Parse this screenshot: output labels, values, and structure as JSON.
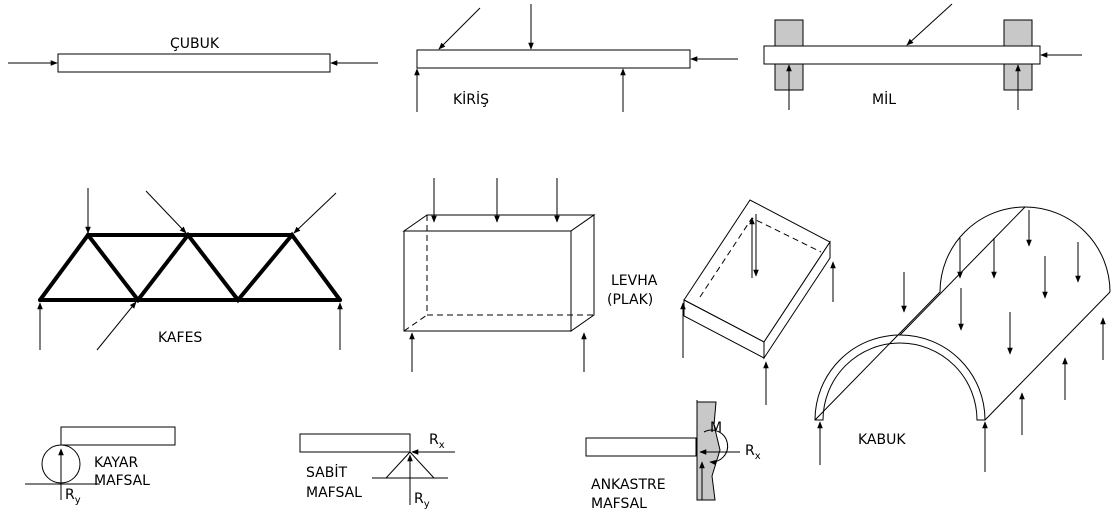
{
  "labels": {
    "cubuk": "ÇUBUK",
    "kiris": "KİRİŞ",
    "mil": "MİL",
    "kafes": "KAFES",
    "levha1": "LEVHA",
    "levha2": "(PLAK)",
    "kabuk": "KABUK",
    "kayar1": "KAYAR",
    "kayar2": "MAFSAL",
    "sabit1": "SABİT",
    "sabit2": "MAFSAL",
    "ankastre1": "ANKASTRE",
    "ankastre2": "MAFSAL",
    "r": "R",
    "m": "M",
    "sub_x": "x",
    "sub_y": "y"
  },
  "colors": {
    "line": "#000000",
    "support": "#c8c8c8",
    "background": "#ffffff"
  }
}
